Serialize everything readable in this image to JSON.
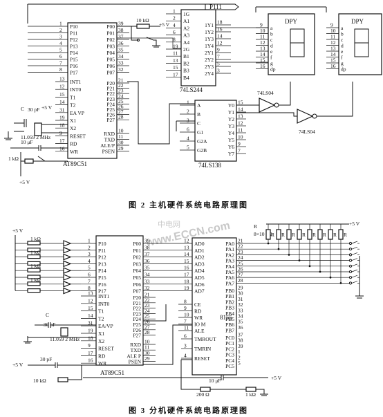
{
  "fig2": {
    "caption": "图 2   主机硬件系统电路原理图",
    "mcu_name": "AT89C51",
    "p1_pins": [
      "P10",
      "P11",
      "P12",
      "P13",
      "P14",
      "P15",
      "P16",
      "P17"
    ],
    "p1_nums": [
      "1",
      "2",
      "3",
      "4",
      "5",
      "6",
      "7",
      "8"
    ],
    "p0_pins": [
      "P00",
      "P01",
      "P02",
      "P03",
      "P04",
      "P05",
      "P06",
      "P07"
    ],
    "p0_nums": [
      "39",
      "38",
      "37",
      "36",
      "35",
      "34",
      "33",
      "32"
    ],
    "p2_pins": [
      "P20",
      "P21",
      "P22",
      "P23",
      "P24",
      "P25",
      "P26",
      "P27"
    ],
    "p2_nums": [
      "21",
      "22",
      "23",
      "24",
      "25",
      "26",
      "27",
      "28"
    ],
    "left_ctrl": [
      "INT1",
      "INT0",
      "T1",
      "T2",
      "EA VP",
      "X1",
      "X2",
      "RESET",
      "RD",
      "WR"
    ],
    "left_ctrl_nums": [
      "13",
      "12",
      "15",
      "14",
      "31",
      "19",
      "18",
      "9",
      "17",
      "16"
    ],
    "right_ctrl": [
      "RXD",
      "TXD",
      "ALE/P",
      "PSEN"
    ],
    "right_ctrl_nums": [
      "10",
      "11",
      "30",
      "29"
    ],
    "pull_r": "10 kΩ",
    "vcc": "+5 V",
    "c1": "C",
    "cap30": "30 pF",
    "crystal": "11.059 2 MHz",
    "c10u": "10 μF",
    "r1k": "1 kΩ",
    "p111": "P111",
    "buffer_name": "74LS244",
    "buffer_pins_a": [
      "1G",
      "A1",
      "A2",
      "A3",
      "A4",
      "2G",
      "B1",
      "B2",
      "B3",
      "B4"
    ],
    "buffer_pins_y": [
      "1Y1",
      "1Y2",
      "1Y3",
      "1Y4",
      "2Y1",
      "2Y2",
      "2Y3",
      "2Y4"
    ],
    "decoder_name": "74LS138",
    "decoder_in": [
      "A",
      "B",
      "C",
      "G1",
      "G2A",
      "G2B"
    ],
    "decoder_out": [
      "Y0",
      "Y1",
      "Y2",
      "Y3",
      "Y4",
      "Y5",
      "Y6",
      "Y7"
    ],
    "inverter": "74LS04",
    "display_name": "DPY",
    "seg_pins": [
      "a",
      "b",
      "c",
      "d",
      "e",
      "f",
      "g",
      "dp"
    ],
    "seg_nums": [
      "9",
      "10",
      "11",
      "12",
      "13",
      "14",
      "15",
      "16"
    ]
  },
  "fig3": {
    "caption": "图 3   分机硬件系统电路原理图",
    "mcu_name": "AT89C51",
    "p1_pins": [
      "P10",
      "P11",
      "P12",
      "P13",
      "P14",
      "P15",
      "P16",
      "P17"
    ],
    "p1_nums": [
      "1",
      "2",
      "3",
      "4",
      "5",
      "6",
      "7",
      "8"
    ],
    "p0_pins": [
      "P00",
      "P01",
      "P02",
      "P03",
      "P04",
      "P05",
      "P06",
      "P07"
    ],
    "p0_nums": [
      "39",
      "38",
      "37",
      "36",
      "35",
      "34",
      "33",
      "32"
    ],
    "p2_pins": [
      "P20",
      "P21",
      "P22",
      "P23",
      "P24",
      "P25",
      "P26",
      "P27"
    ],
    "p2_nums": [
      "21",
      "22",
      "23",
      "24",
      "25",
      "26",
      "27",
      "28"
    ],
    "left_ctrl": [
      "INT1",
      "INT0",
      "T1",
      "T2",
      "EA/VP",
      "X1",
      "X2",
      "RESET",
      "RD",
      "WR"
    ],
    "left_ctrl_nums": [
      "13",
      "12",
      "15",
      "14",
      "31",
      "19",
      "18",
      "9",
      "17",
      "16"
    ],
    "right_ctrl": [
      "RXD",
      "TXD",
      "ALE P",
      "PSEN"
    ],
    "right_ctrl_nums": [
      "10",
      "11",
      "30",
      "29"
    ],
    "io_name": "8155",
    "ad_pins": [
      "AD0",
      "AD1",
      "AD2",
      "AD3",
      "AD4",
      "AD5",
      "AD6",
      "AD7"
    ],
    "ad_nums": [
      "12",
      "13",
      "14",
      "15",
      "16",
      "17",
      "18",
      "19"
    ],
    "ctrl_8155": [
      "CE",
      "RD",
      "WR",
      "IO M",
      "ALE"
    ],
    "ctrl_8155_nums": [
      "8",
      "9",
      "10",
      "7",
      "11"
    ],
    "tm_pins": [
      "TMROUT",
      "TMRIN",
      "RESET"
    ],
    "tm_nums": [
      "6",
      "3",
      "4"
    ],
    "pa_pins": [
      "PA0",
      "PA1",
      "PA2",
      "PA3",
      "PA4",
      "PA5",
      "PA6",
      "PA7"
    ],
    "pa_nums": [
      "21",
      "22",
      "23",
      "24",
      "25",
      "26",
      "27",
      "28"
    ],
    "pb_pins": [
      "PB0",
      "PB1",
      "PB2",
      "PB3",
      "PB4",
      "PB5",
      "PB6",
      "PB7"
    ],
    "pb_nums": [
      "29",
      "30",
      "31",
      "32",
      "33",
      "34",
      "35",
      "36"
    ],
    "pc_pins": [
      "PC0",
      "PC1",
      "PC2",
      "PC3",
      "PC4",
      "PC5"
    ],
    "pc_nums": [
      "37",
      "38",
      "39",
      "1",
      "2",
      "5"
    ],
    "vcc": "+5 V",
    "r1k": "1 kΩ",
    "r10k": "10 kΩ",
    "r200": "200 Ω",
    "c10u": "10 μF",
    "cap30": "30 pF",
    "crystal": "11.059 2 MHz",
    "c1": "C",
    "r1": "R",
    "r_label": "R",
    "r_array": "8×10 kΩ"
  },
  "watermark": {
    "cn": "中电网",
    "en": "www.ECCN.com"
  }
}
